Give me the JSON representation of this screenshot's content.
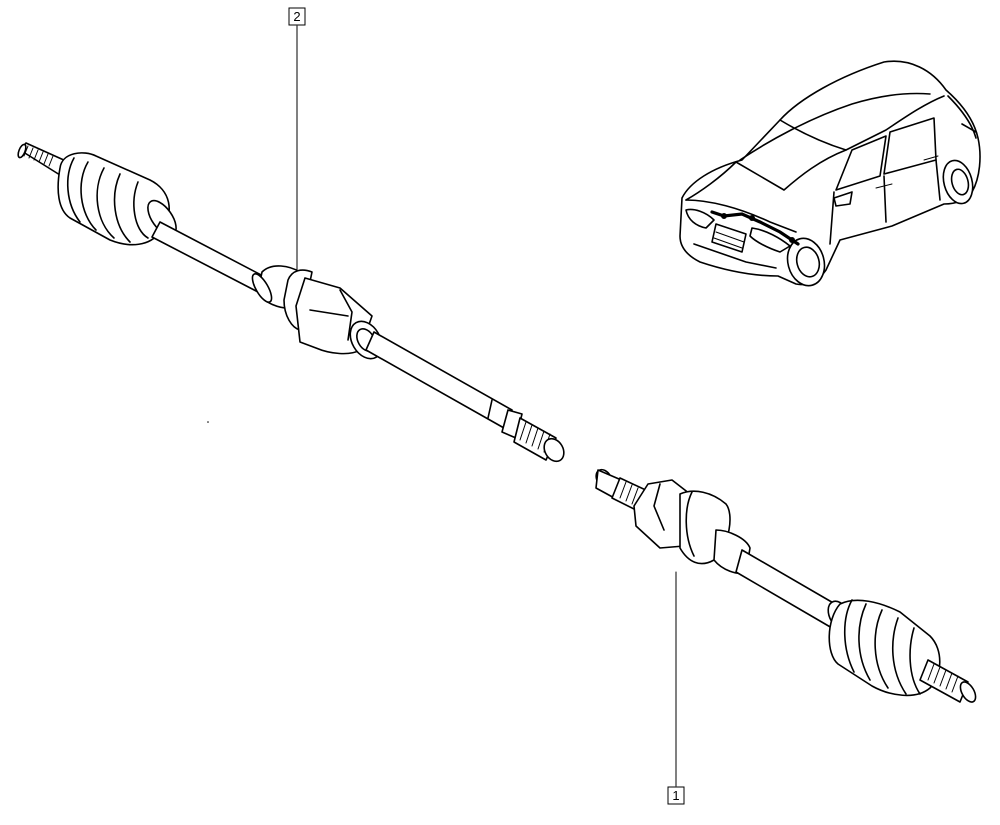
{
  "callouts": [
    {
      "id": "callout-1",
      "label": "1"
    },
    {
      "id": "callout-2",
      "label": "2"
    }
  ],
  "parts": [
    {
      "name": "left-driveshaft",
      "callout": "2"
    },
    {
      "name": "right-driveshaft",
      "callout": "1"
    }
  ],
  "icons": [
    "car-locator-icon"
  ]
}
